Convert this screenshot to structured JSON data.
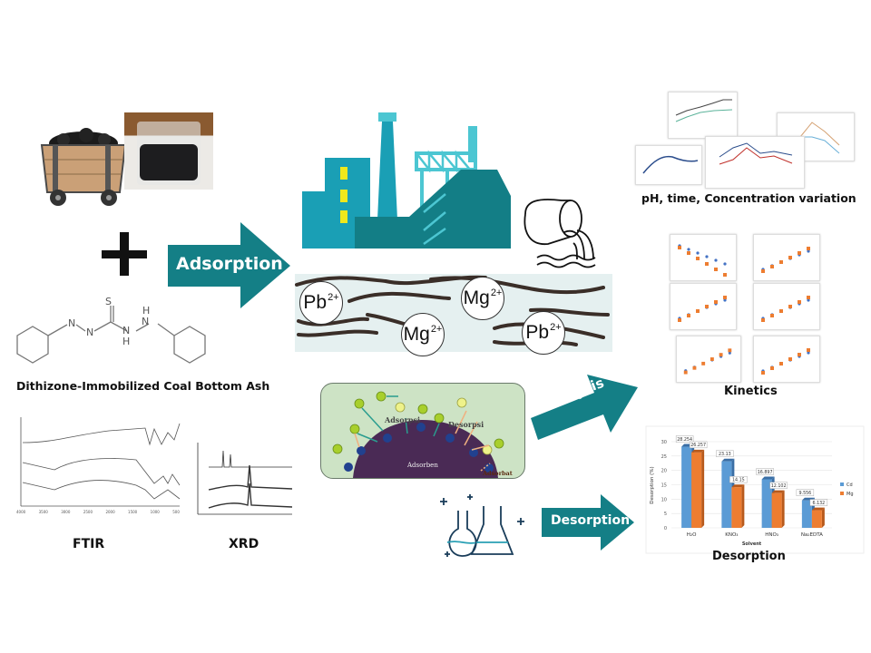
{
  "colors": {
    "teal_arrow": "#147f86",
    "factory_teal": "#1a9fb5",
    "factory_dark": "#137e86",
    "water_band": "#e5f0f0",
    "adsorption_bg": "#cde3c5",
    "adsorben": "#4a2a55",
    "cd_series": "#5b9bd5",
    "mg_series": "#ed7d31"
  },
  "inputs": {
    "caption": "Dithizone-Immobilized Coal Bottom Ash",
    "molecule_atoms": {
      "s": "S",
      "n": "N",
      "h": "H"
    }
  },
  "arrows": {
    "adsorption": "Adsorption",
    "analysis": "Analysis",
    "desorption": "Desorption"
  },
  "ions": [
    {
      "symbol": "Pb",
      "charge": "2+"
    },
    {
      "symbol": "Mg",
      "charge": "2+"
    },
    {
      "symbol": "Mg",
      "charge": "2+"
    },
    {
      "symbol": "Pb",
      "charge": "2+"
    }
  ],
  "mechanism": {
    "adsorpsi": "Adsorpsi",
    "desorpsi": "Desorpsi",
    "adsorben": "Adsorben",
    "adsorbat": "Adsorbat"
  },
  "characterization": {
    "ftir_label": "FTIR",
    "xrd_label": "XRD",
    "ftir_ticks": [
      "4000",
      "3500",
      "3000",
      "2500",
      "2000",
      "1500",
      "1000",
      "500"
    ]
  },
  "results": {
    "variation_label": "pH, time, Concentration variation",
    "kinetics_label": "Kinetics",
    "desorption_label": "Desorption"
  },
  "icons": [
    "coal-cart-icon",
    "ash-bag-photo",
    "plus-icon",
    "factory-icon",
    "drain-pipe-icon",
    "flasks-icon"
  ],
  "chart_data": {
    "type": "bar",
    "title": "",
    "xlabel": "Solvent",
    "ylabel": "Desorption (%)",
    "categories": [
      "H₂O",
      "KNO₃",
      "HNO₃",
      "Na₂EDTA"
    ],
    "series": [
      {
        "name": "Cd",
        "values": [
          28.254,
          23.13,
          16.897,
          9.556
        ]
      },
      {
        "name": "Mg",
        "values": [
          26.257,
          14.15,
          12.102,
          6.132
        ]
      }
    ],
    "data_labels": [
      [
        "28.254",
        "23.13",
        "16.897",
        "9.556"
      ],
      [
        "26.257",
        "14.15",
        "12.102",
        "6.132"
      ]
    ],
    "yticks": [
      "0",
      "5",
      "10",
      "15",
      "20",
      "25",
      "30"
    ],
    "ylim": [
      0,
      30
    ],
    "grid": true,
    "legend": "right"
  }
}
